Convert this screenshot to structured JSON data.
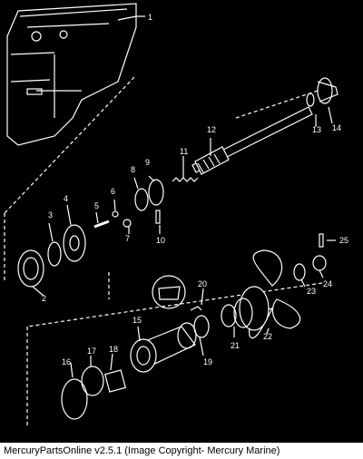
{
  "diagram": {
    "callouts": [
      "1",
      "2",
      "3",
      "4",
      "5",
      "6",
      "7",
      "8",
      "9",
      "10",
      "11",
      "12",
      "13",
      "14",
      "15",
      "16",
      "17",
      "18",
      "19",
      "20",
      "21",
      "22",
      "23",
      "24",
      "25"
    ]
  },
  "footer": {
    "caption": "MercuryPartsOnline v2.5.1 (Image Copyright- Mercury Marine)"
  },
  "colors": {
    "background": "#000000",
    "linework": "#ffffff",
    "footer_bg": "#ffffff",
    "footer_text": "#000000"
  }
}
